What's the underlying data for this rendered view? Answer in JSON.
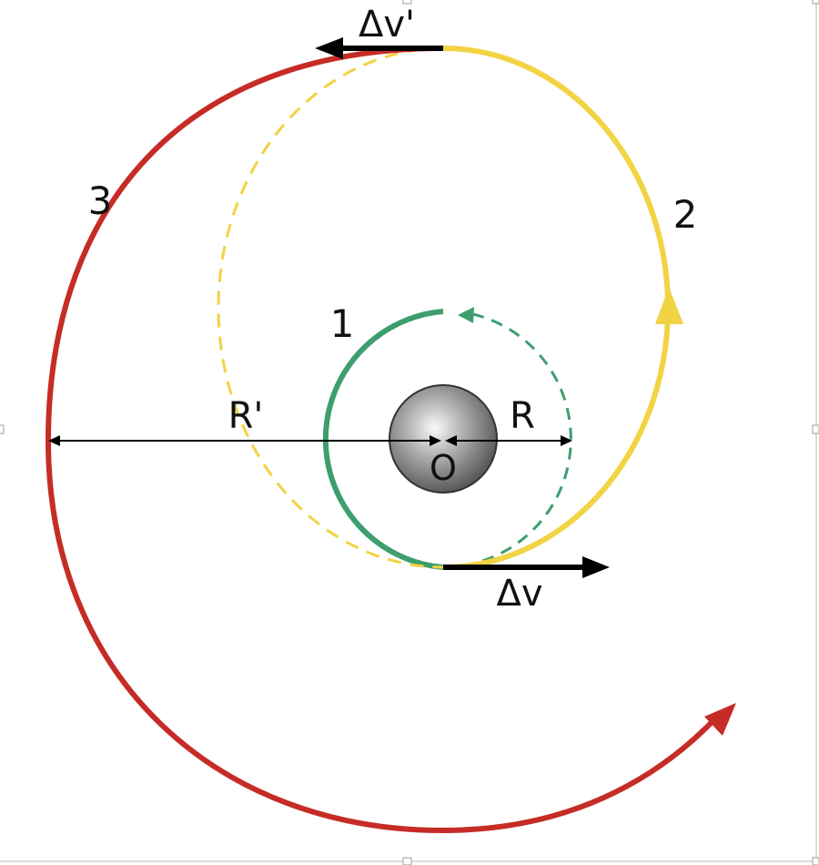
{
  "labels": {
    "delta_v": "Δv",
    "delta_v_prime": "Δv'",
    "radius_r": "R",
    "radius_r_prime": "R'",
    "center": "O",
    "orbit_1": "1",
    "orbit_2": "2",
    "orbit_3": "3"
  },
  "colors": {
    "orbit_1": "#3d9e6e",
    "orbit_2": "#f2d343",
    "orbit_3": "#c62c26",
    "arrows": "#000000",
    "body_light": "#f2f2f2",
    "body_dark": "#505050"
  }
}
